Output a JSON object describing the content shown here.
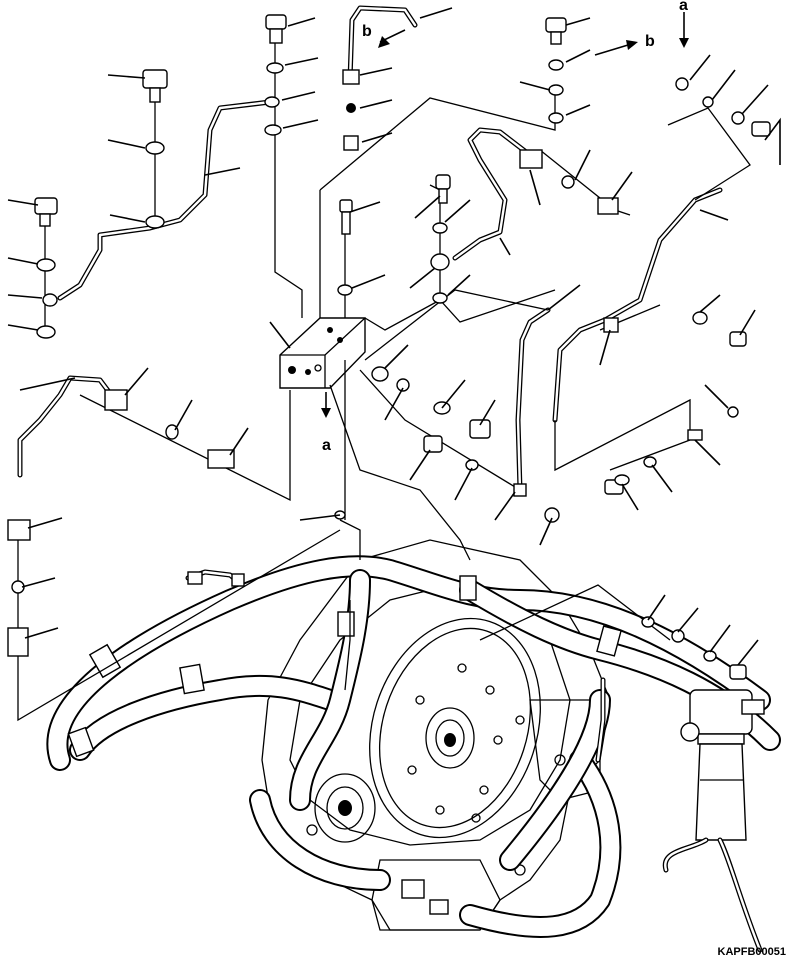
{
  "diagram": {
    "reference_code": "KAPFB00051",
    "connector_labels": [
      "a",
      "b"
    ]
  },
  "callouts": {
    "a_top": "a",
    "a_mid": "a",
    "b_left": "b",
    "b_right": "b"
  }
}
